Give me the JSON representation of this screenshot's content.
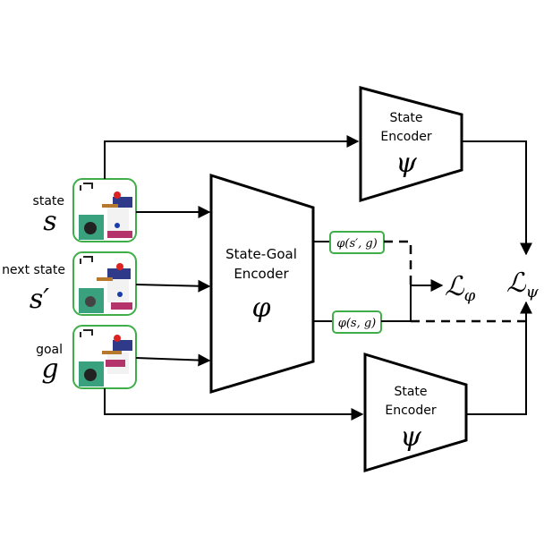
{
  "inputs": [
    {
      "name": "state",
      "symbol": "s",
      "prime": ""
    },
    {
      "name": "next state",
      "symbol": "s",
      "prime": "′"
    },
    {
      "name": "goal",
      "symbol": "g",
      "prime": ""
    }
  ],
  "state_encoder_top": {
    "line1": "State",
    "line2": "Encoder",
    "symbol": "ψ"
  },
  "state_encoder_bottom": {
    "line1": "State",
    "line2": "Encoder",
    "symbol": "ψ"
  },
  "state_goal_encoder": {
    "line1": "State-Goal",
    "line2": "Encoder",
    "symbol": "φ"
  },
  "features": {
    "next": "φ(s′, g)",
    "current": "φ(s, g)"
  },
  "losses": {
    "phi": {
      "script": "ℒ",
      "sub": "φ"
    },
    "psi": {
      "script": "ℒ",
      "sub": "ψ"
    }
  },
  "colors": {
    "frame": "#3fae49",
    "line": "#000000"
  }
}
